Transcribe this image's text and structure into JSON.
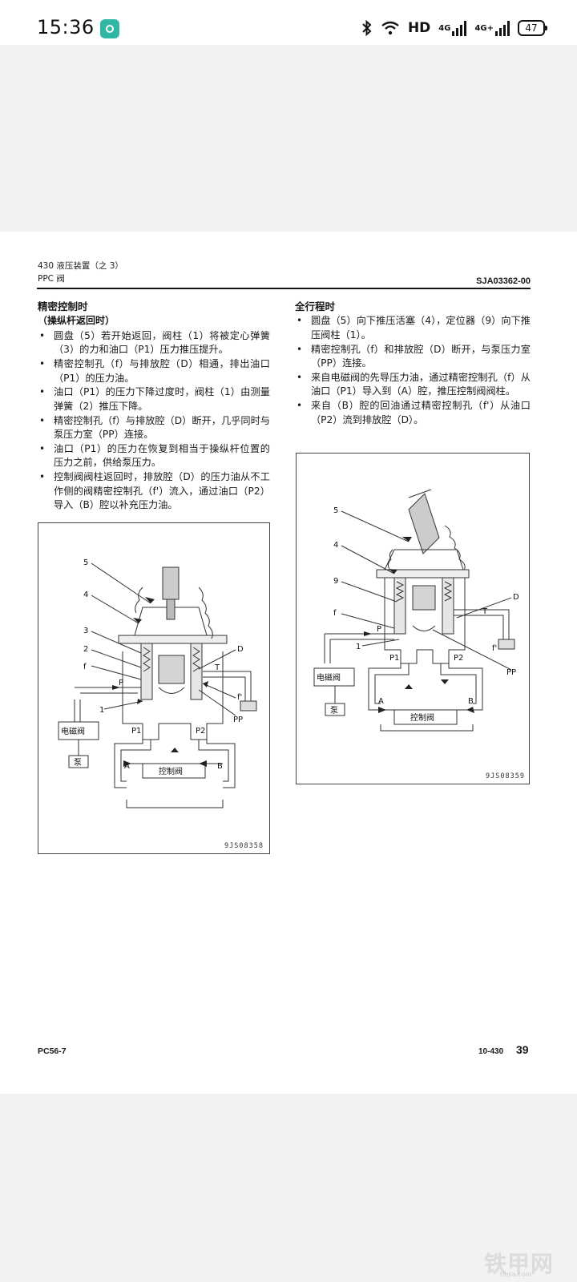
{
  "status_bar": {
    "time": "15:36",
    "network_label": "HD",
    "sim1": "4G",
    "sim2": "4G+",
    "battery": "47"
  },
  "page": {
    "header_line1": "430 液压装置（之 3）",
    "header_line2": "PPC 阀",
    "doc_code": "SJA03362-00",
    "left": {
      "title": "精密控制时",
      "subtitle": "（操纵杆返回时）",
      "items": [
        "圆盘（5）若开始返回，阀柱（1）将被定心弹簧（3）的力和油口（P1）压力推压提升。",
        "精密控制孔（f）与排放腔（D）相通，排出油口（P1）的压力油。",
        "油口（P1）的压力下降过度时，阀柱（1）由测量弹簧（2）推压下降。",
        "精密控制孔（f）与排放腔（D）断开，几乎同时与泵压力室（PP）连接。",
        "油口（P1）的压力在恢复到相当于操纵杆位置的压力之前，供给泵压力。",
        "控制阀阀柱返回时，排放腔（D）的压力油从不工作侧的阀精密控制孔（f'）流入，通过油口（P2）导入（B）腔以补充压力油。"
      ],
      "figure": {
        "code": "9JS08358",
        "labels": {
          "n5": "5",
          "n4": "4",
          "n3": "3",
          "n2": "2",
          "f": "f",
          "P": "P",
          "n1": "1",
          "D": "D",
          "T": "T",
          "fp": "f'",
          "PP": "PP",
          "P1": "P1",
          "P2": "P2",
          "solenoid": "电磁阀",
          "pump": "泵",
          "A": "A",
          "B": "B",
          "valve": "控制阀"
        }
      }
    },
    "right": {
      "title": "全行程时",
      "items": [
        "圆盘（5）向下推压活塞（4），定位器（9）向下推压阀柱（1）。",
        "精密控制孔（f）和排放腔（D）断开，与泵压力室（PP）连接。",
        "来自电磁阀的先导压力油，通过精密控制孔（f）从油口（P1）导入到（A）腔，推压控制阀阀柱。",
        "来自（B）腔的回油通过精密控制孔（f'）从油口（P2）流到排放腔（D）。"
      ],
      "figure": {
        "code": "9JS08359",
        "labels": {
          "n5": "5",
          "n4": "4",
          "n9": "9",
          "f": "f",
          "P": "P",
          "n1": "1",
          "D": "D",
          "T": "T",
          "fp": "f'",
          "PP": "PP",
          "P1": "P1",
          "P2": "P2",
          "solenoid": "电磁阀",
          "pump": "泵",
          "A": "A",
          "B": "B",
          "valve": "控制阀"
        }
      }
    },
    "footer_model": "PC56-7",
    "footer_section": "10-430",
    "footer_page": "39"
  },
  "watermark": {
    "text": "铁甲网",
    "sub": "tiejia.com"
  }
}
